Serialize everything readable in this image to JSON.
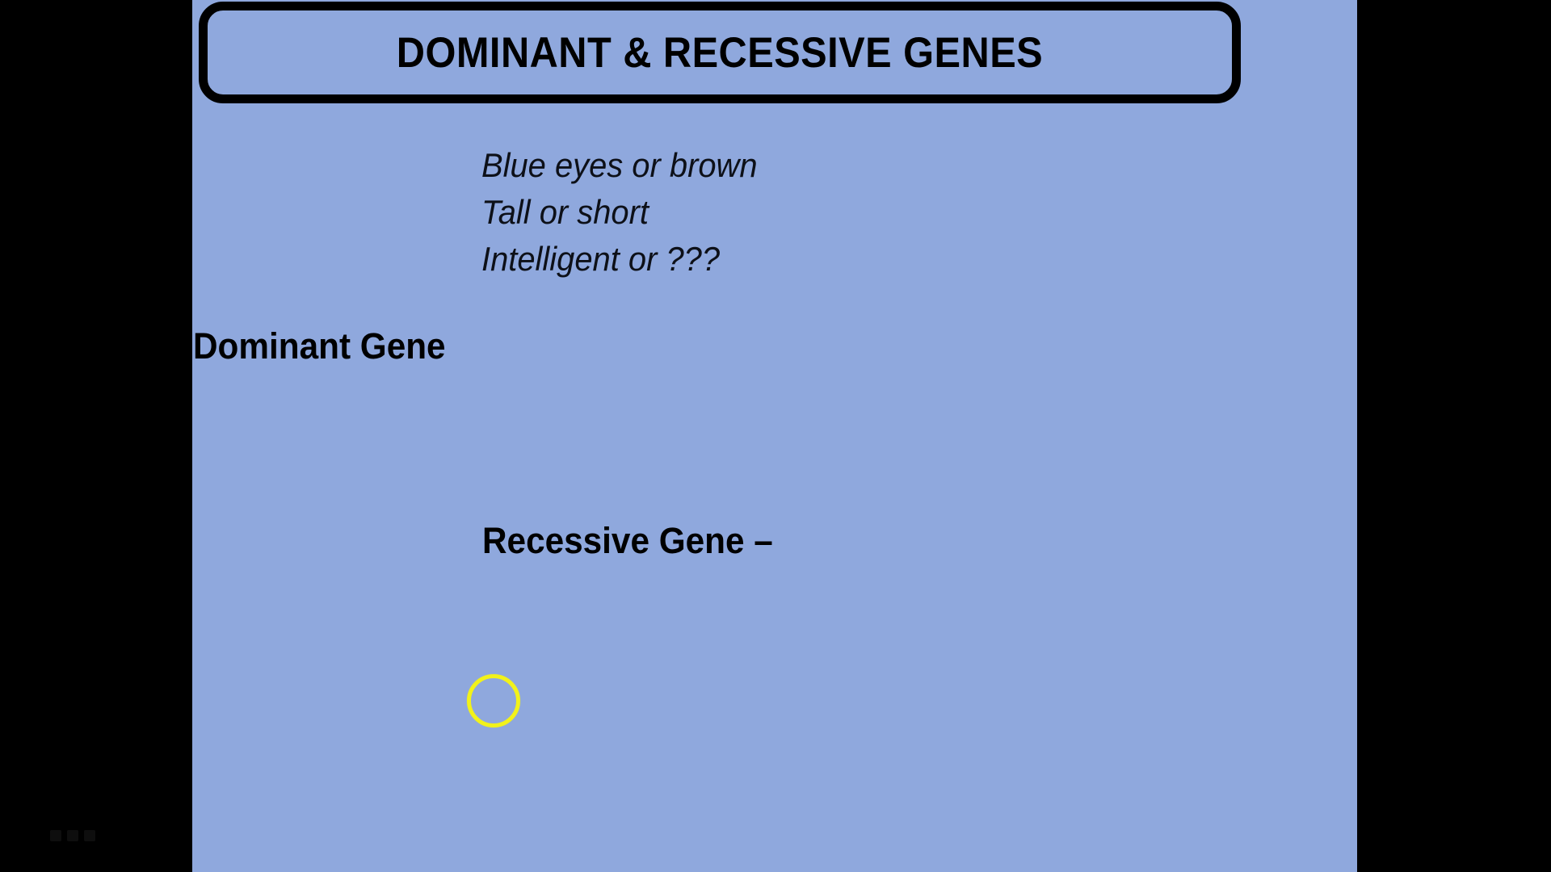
{
  "slide": {
    "title": "DOMINANT & RECESSIVE GENES",
    "background_color": "#8FA8DD",
    "letterbox_color": "#000000",
    "title_border_color": "#000000",
    "text_color": "#000000",
    "subpoints": [
      "Blue eyes or brown",
      "Tall or short",
      "Intelligent or ???"
    ],
    "headings": {
      "dominant": "Dominant Gene",
      "recessive": "Recessive Gene –"
    }
  },
  "cursor": {
    "highlight_color": "#F2F21A",
    "shape": "circle-outline"
  }
}
